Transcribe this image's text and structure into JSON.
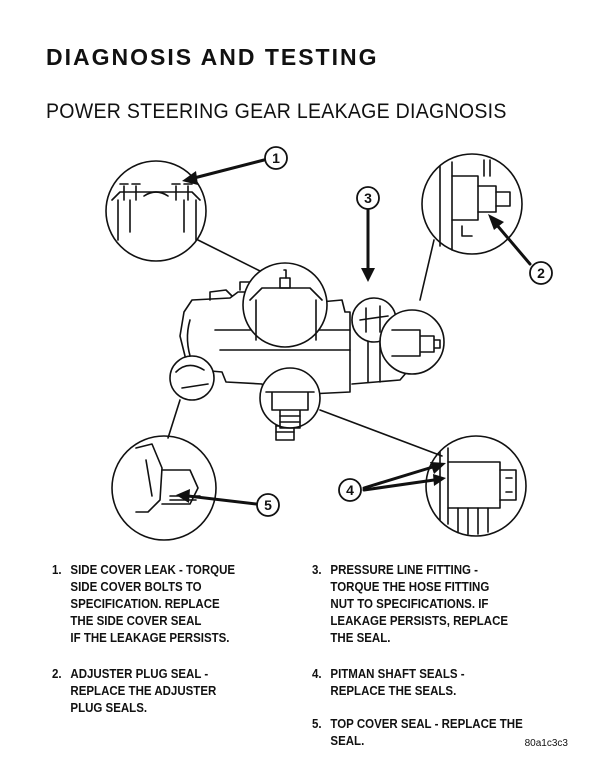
{
  "header": {
    "section_title": "DIAGNOSIS AND TESTING",
    "subtitle": "POWER STEERING GEAR LEAKAGE DIAGNOSIS"
  },
  "callouts": [
    "1",
    "2",
    "3",
    "4",
    "5"
  ],
  "notes": [
    {
      "num": "1.",
      "lines": [
        "SIDE COVER LEAK - TORQUE",
        "SIDE COVER BOLTS TO",
        "SPECIFICATION.  REPLACE",
        "THE SIDE COVER SEAL",
        "IF THE LEAKAGE PERSISTS."
      ]
    },
    {
      "num": "2.",
      "lines": [
        "ADJUSTER PLUG SEAL -",
        "REPLACE THE ADJUSTER",
        "PLUG SEALS."
      ]
    },
    {
      "num": "3.",
      "lines": [
        "PRESSURE LINE FITTING -",
        "TORQUE THE HOSE FITTING",
        "NUT TO SPECIFICATIONS.  IF",
        "LEAKAGE PERSISTS, REPLACE",
        "THE SEAL."
      ]
    },
    {
      "num": "4.",
      "lines": [
        "PITMAN SHAFT SEALS -",
        "REPLACE THE SEALS."
      ]
    },
    {
      "num": "5.",
      "lines": [
        "TOP COVER SEAL - REPLACE THE",
        "SEAL."
      ]
    }
  ],
  "figure_code": "80a1c3c3"
}
